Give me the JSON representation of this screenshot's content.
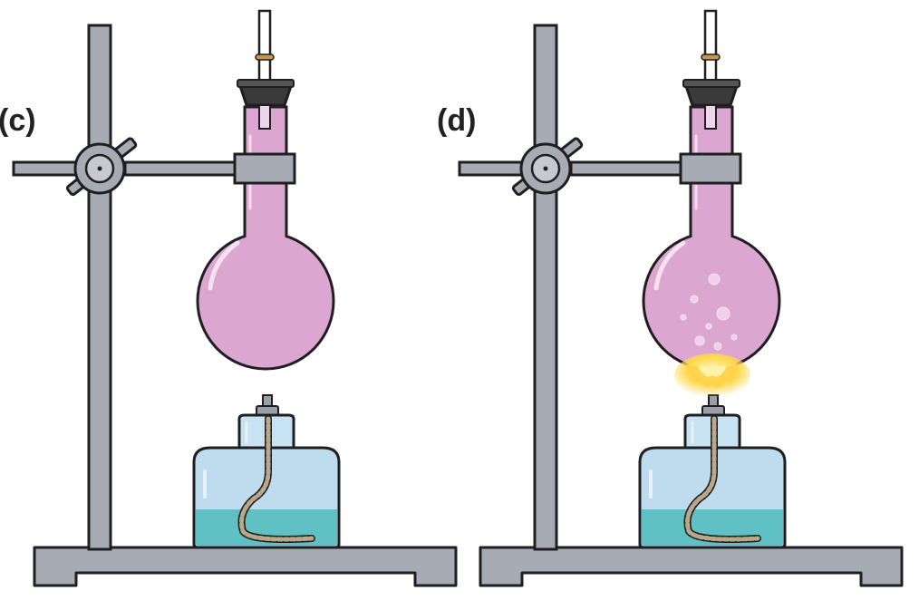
{
  "panels": [
    {
      "label": "(c)",
      "state": "unheated",
      "flame": false,
      "bubbles": false
    },
    {
      "label": "(d)",
      "state": "heated",
      "flame": true,
      "bubbles": true
    }
  ],
  "colors": {
    "stand_metal": "#a7acb4",
    "outline": "#1f1f1f",
    "flask_liquid": "#dba7d1",
    "flask_highlight": "#f3dcef",
    "stopper": "#3a3a3a",
    "lamp_glass": "#bfdcee",
    "lamp_liquid": "#5fc1c4",
    "wick": "#b9a98a",
    "flame_outer": "#ffd54a",
    "flame_inner": "#fff4b0"
  },
  "icons": [
    "retort-stand",
    "clamp",
    "round-bottom-flask",
    "spirit-lamp",
    "flame"
  ]
}
